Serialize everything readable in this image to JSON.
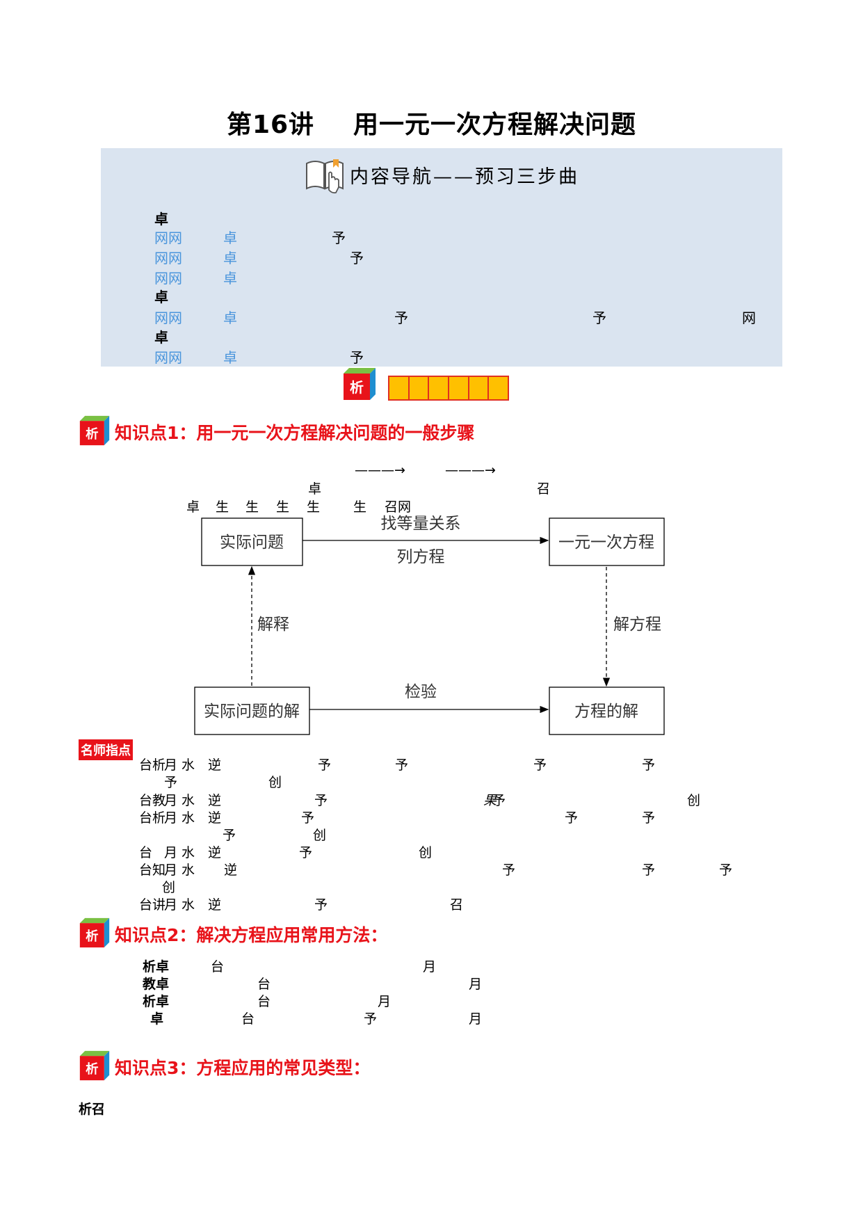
{
  "title": {
    "lecture": "第16讲",
    "topic": "用一元一次方程解决问题"
  },
  "nav": {
    "heading": "内容导航——预习三步曲",
    "lines": [
      {
        "a": "卓"
      },
      {
        "a": "网网",
        "b": "卓",
        "c": "予"
      },
      {
        "a": "网网",
        "b": "卓",
        "c": "予"
      },
      {
        "a": "网网",
        "b": "卓"
      },
      {
        "a": "卓"
      },
      {
        "a": "网网",
        "b": "卓",
        "c": "予",
        "d": "予",
        "e": "网"
      },
      {
        "a": "卓"
      },
      {
        "a": "网网",
        "b": "卓",
        "c": "予"
      }
    ]
  },
  "cube_label": "析",
  "knowledge_points": {
    "kp1": "知识点1：用一元一次方程解决问题的一般步骤",
    "kp2": "知识点2：解决方程应用常用方法：",
    "kp3": "知识点3：方程应用的常见类型："
  },
  "diagram_header": {
    "arrow": "———→",
    "row1": [
      "卓",
      "召"
    ],
    "row2": [
      "卓",
      "生",
      "生",
      "生",
      "生",
      "生",
      "召网"
    ]
  },
  "diagram": {
    "box_problem": "实际问题",
    "box_equation": "一元一次方程",
    "box_solution": "方程的解",
    "box_answer": "实际问题的解",
    "label_find": "找等量关系",
    "label_list": "列方程",
    "label_solve": "解方程",
    "label_check": "检验",
    "label_explain": "解释"
  },
  "tip_label": "名师指点",
  "tips": [
    [
      "台析",
      "月 水",
      "逆",
      "予",
      "予",
      "予",
      "予"
    ],
    [
      "予",
      "创"
    ],
    [
      "台教",
      "月 水",
      "逆",
      "予",
      "果",
      "予",
      "创"
    ],
    [
      "台析",
      "月 水",
      "逆",
      "予",
      "予",
      "予"
    ],
    [
      "予",
      "创"
    ],
    [
      "台",
      "月 水",
      "逆",
      "予",
      "创"
    ],
    [
      "台知",
      "月 水",
      "逆",
      "予",
      "予",
      "予"
    ],
    [
      "创"
    ],
    [
      "台讲",
      "月 水",
      "逆",
      "予",
      "召"
    ]
  ],
  "methods": [
    [
      "析卓",
      "台",
      "月"
    ],
    [
      "教卓",
      "台",
      "月"
    ],
    [
      "析卓",
      "台",
      "月"
    ],
    [
      "卓",
      "台",
      "予",
      "月"
    ]
  ],
  "types_line": "析召"
}
